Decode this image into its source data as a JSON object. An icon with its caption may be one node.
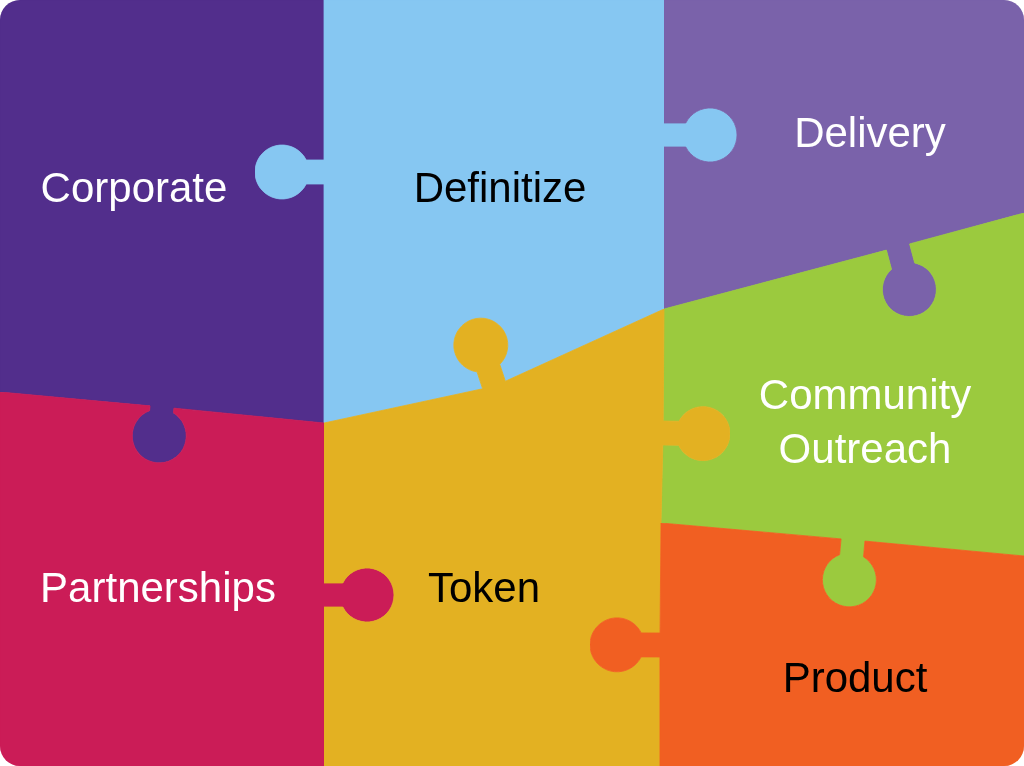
{
  "diagram": {
    "nodes": [
      {
        "text": [
          "Corporate"
        ]
      },
      {
        "text": [
          "Definitize"
        ]
      },
      {
        "text": [
          "Delivery"
        ]
      },
      {
        "text": [
          "Community Outreach"
        ]
      },
      {
        "text": [
          "Partnerships"
        ]
      },
      {
        "text": [
          "Token"
        ]
      },
      {
        "text": [
          "Product"
        ]
      }
    ]
  }
}
